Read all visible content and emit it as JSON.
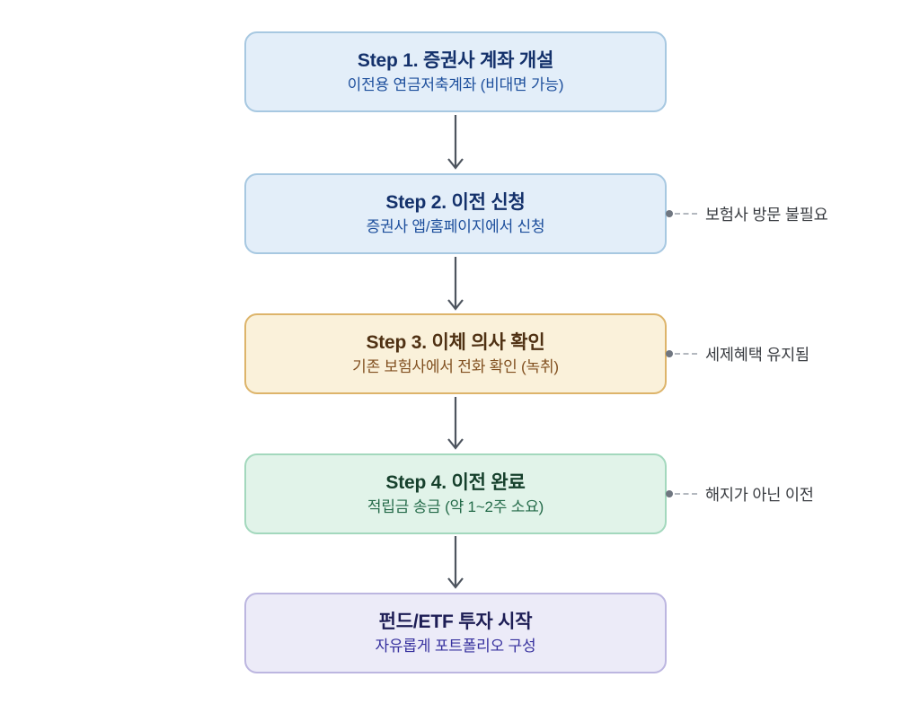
{
  "flowchart": {
    "steps": [
      {
        "title": "Step 1. 증권사 계좌 개설",
        "subtitle": "이전용 연금저축계좌 (비대면 가능)",
        "theme": "blue",
        "annotation": null
      },
      {
        "title": "Step 2. 이전 신청",
        "subtitle": "증권사 앱/홈페이지에서 신청",
        "theme": "blue",
        "annotation": "보험사 방문 불필요"
      },
      {
        "title": "Step 3. 이체 의사 확인",
        "subtitle": "기존 보험사에서 전화 확인 (녹취)",
        "theme": "yellow",
        "annotation": "세제혜택 유지됨"
      },
      {
        "title": "Step 4. 이전 완료",
        "subtitle": "적립금 송금 (약 1~2주 소요)",
        "theme": "green",
        "annotation": "해지가 아닌 이전"
      },
      {
        "title": "펀드/ETF 투자 시작",
        "subtitle": "자유롭게 포트폴리오 구성",
        "theme": "purple",
        "annotation": null
      }
    ],
    "themes": {
      "blue": {
        "bg": "#e3eef9",
        "border": "#a7c8e1",
        "title_color": "#14316b",
        "subtitle_color": "#1c4e9c"
      },
      "yellow": {
        "bg": "#faf1da",
        "border": "#ddb46a",
        "title_color": "#4f3113",
        "subtitle_color": "#815020"
      },
      "green": {
        "bg": "#e1f3e9",
        "border": "#a3d8bd",
        "title_color": "#16402c",
        "subtitle_color": "#256b4a"
      },
      "purple": {
        "bg": "#ecebf8",
        "border": "#bcb6e0",
        "title_color": "#1d1d55",
        "subtitle_color": "#36309e"
      }
    },
    "arrow_color": "#4d545e",
    "annotation_dot_color": "#6f7680",
    "annotation_dash_color": "#b3b8bf",
    "annotation_text_color": "#3a3d42"
  }
}
